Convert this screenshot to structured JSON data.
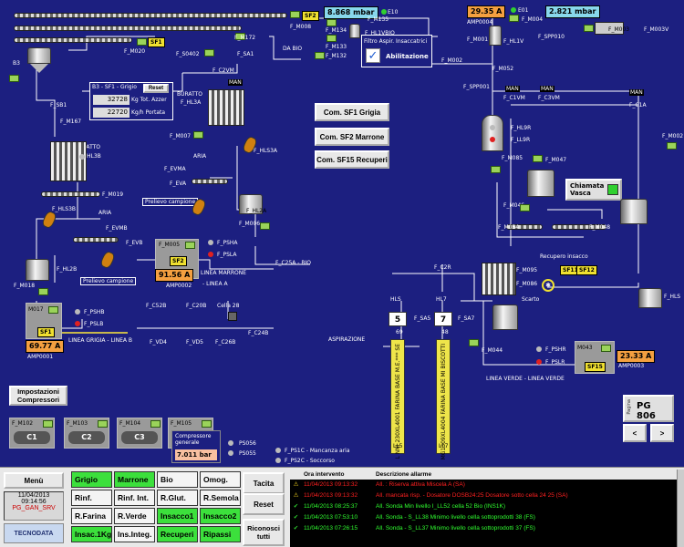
{
  "top": {
    "sf2": "SF2",
    "m008": "F_M008",
    "m172": "F_M172",
    "sf1": "SF1",
    "m020": "F_M020",
    "s0402": "F_S0402",
    "sa1": "F_SA1",
    "dabio": "DA BIO",
    "b3": "B3",
    "pressure1": "8.868 mbar",
    "e10": "E10",
    "m134": "F_M134",
    "m135": "F_M135",
    "hl1vbio": "F_HL1VBIO",
    "m133": "F_M133",
    "m132": "F_M132",
    "filtro": "Filtro Aspir. Insaccatrici",
    "abilitazione": "Abilitazione",
    "amp0004": "29.35 A",
    "amp0004_lbl": "AMP0004",
    "e01": "E01",
    "m004": "F_M004",
    "pressure2": "2.821 mbar",
    "m001": "F_M001",
    "hl1v": "F_HL1V",
    "spp010": "F_SPP010",
    "m003": "F_M003",
    "m003v": "F_M003V",
    "m002": "F_M002",
    "m052": "F_M052"
  },
  "left": {
    "sb1": "F_SB1",
    "m167": "F_M167",
    "c2vm": "F_C2VM",
    "man1": "MAN",
    "info_title": "B3 - SF1 - Grigio",
    "reset": "Reset",
    "val1": "32728",
    "unit1": "Kg Tot. Azzer",
    "val2": "22720",
    "unit2": "Kg/h Portata",
    "buratto1": "BURATTO",
    "hl3a": "F_HL3A",
    "m007": "F_M007",
    "hls3a": "F_HLS3A",
    "buratto2": "BURATTO",
    "hl3b": "HL3B",
    "aria1": "ARIA",
    "evma": "F_EVMA",
    "eva": "F_EVA",
    "prelievo1": "Prelievo campione",
    "m019": "F_M019",
    "hls3b": "F_HLS3B",
    "hl2a": "F_HL2A",
    "aria2": "ARIA",
    "evmb": "F_EVMB",
    "evb": "F_EVB",
    "m006": "F_M006",
    "m005": "F_M005",
    "psha": "F_PSHA",
    "psla": "F_PSLA",
    "c25a": "F_C25A - BIO",
    "amp0002": "91.56 A",
    "amp0002_lbl": "AMP0002",
    "linea_marrone": "LINEA MARRONE",
    "linea_a": "- LINEA A",
    "hl2b": "F_HL2B",
    "prelievo2": "Prelievo campione",
    "m018": "F_M018",
    "m017": "M017",
    "pshb": "F_PSHB",
    "pslb": "F_PSLB",
    "amp0001": "69.77 A",
    "amp0001_lbl": "AMP0001",
    "linea_grigia": "LINEA GRIGIA - LINEA B",
    "c52b": "F_C52B",
    "c20b": "F_C20B",
    "cella28": "Cella 28",
    "vd4": "F_VD4",
    "vd5": "F_VD5",
    "c26b": "F_C26B",
    "c24b": "F_C24B"
  },
  "buttons": {
    "sf1_grigia": "Com. SF1 Grigia",
    "sf2_marrone": "Com. SF2 Marrone",
    "sf15_recuperi": "Com. SF15 Recuperi",
    "chiamata": "Chiamata Vasca",
    "impostazioni": "Impostazioni Compressori",
    "pg806": "PG 806",
    "pagina": "Pagina",
    "prev": "<",
    "next": ">"
  },
  "right": {
    "spp001": "F_SPP001",
    "man2": "MAN",
    "man3": "MAN",
    "c1vm": "F_C1VM",
    "c3vm": "F_C3VM",
    "man4": "MAN",
    "c1a": "F_C1A",
    "hl9r": "F_HL9R",
    "ll9r": "F_LL9R",
    "m085": "F_M085",
    "m047": "F_M047",
    "m002b": "F_M002",
    "m046": "F_M046",
    "m054": "F_M054",
    "m048": "F_M048",
    "recupero": "Recupero insacco",
    "m095": "F_M095",
    "sf11": "SF11",
    "sf12": "SF12",
    "m086": "F_M086",
    "scarto": "Scarto",
    "c2r": "F_C2R",
    "hls": "F_HLS",
    "m044": "F_M044",
    "pshr": "F_PSHR",
    "pslr": "F_PSLR",
    "m043": "M043",
    "sf15": "SF15",
    "amp0003": "23.33 A",
    "amp0003_lbl": "AMP0003",
    "linea_verde": "LINEA VERDE - LINEA VERDE",
    "aspirazione": "ASPIRAZIONE",
    "hl5": "HLS",
    "hl5_num": "5",
    "hl5_val": "69",
    "hl7": "HL7",
    "hl7_num": "7",
    "hl7_val": "48",
    "sa5": "F_SA5",
    "sa7": "F_SA7",
    "col5_text": "L NNI 230XL4001 FARINA BASE M.E.*** SE",
    "col5_bottom": "LL5",
    "col7_text": "MG1309XL4004 FARINA BASE MI BISCOTTI",
    "col7_bottom": "LL7"
  },
  "compressors": {
    "m102": "F_M102",
    "m103": "F_M103",
    "m104": "F_M104",
    "m105": "F_M105",
    "c1": "C1",
    "c2": "C2",
    "c3": "C3",
    "gen_label": "Compressore generale",
    "gen_value": "7.011 bar",
    "ps056": "PS056",
    "ps055": "PS055",
    "ps1c": "F_PS1C - Mancanza aria",
    "ps2c": "F_PS2C - Soccorso"
  },
  "panel": {
    "menu": "Menù",
    "date": "11/04/2013",
    "time": "09:14:56",
    "user": "PG_GAN_SRV",
    "brand": "TECNODATA",
    "grid": [
      [
        "Grigio",
        "Marrone",
        "Bio",
        "Omog."
      ],
      [
        "Rinf.",
        "Rinf. Int.",
        "R.Glut.",
        "R.Semola"
      ],
      [
        "R.Farina",
        "R.Verde",
        "Insacco1",
        "Insacco2"
      ],
      [
        "Insac.1Kg",
        "Ins.Integ.",
        "Recuperi",
        "Ripassi"
      ]
    ],
    "tacita": "Tacita",
    "reset": "Reset",
    "riconosci": "Riconosci tutti"
  },
  "alarms": {
    "col1": "Ora intervento",
    "col2": "Descrizione allarme",
    "rows": [
      {
        "time": "11/04/2013 09:13:32",
        "text": "All. : Riserva attiva Miscela A (SA)",
        "color": "#ff2020",
        "icon": "warn"
      },
      {
        "time": "11/04/2013 09:13:32",
        "text": "All. mancata risp. - Dosatore DOSB24:25 Dosatore sotto cella 24 25 (SA)",
        "color": "#ff2020",
        "icon": "warn"
      },
      {
        "time": "11/04/2013 08:25:37",
        "text": "All. Sonda Min livello I_LL52 cella 52 Bio (INS1K)",
        "color": "#30ff30",
        "icon": "check"
      },
      {
        "time": "11/04/2013 07:53:10",
        "text": "All. Sonda - S_LL38 Minimo livello cella sottoprodotti 38 (FS)",
        "color": "#30ff30",
        "icon": "check"
      },
      {
        "time": "11/04/2013 07:26:15",
        "text": "All. Sonda - S_LL37 Minimo livello cella sottoprodotti 37 (FS)",
        "color": "#30ff30",
        "icon": "check"
      }
    ]
  },
  "colors": {
    "background": "#1c1f80",
    "tag_green": "#9ad35a",
    "alarm_red": "#ff2020",
    "alarm_green": "#30ff30"
  }
}
